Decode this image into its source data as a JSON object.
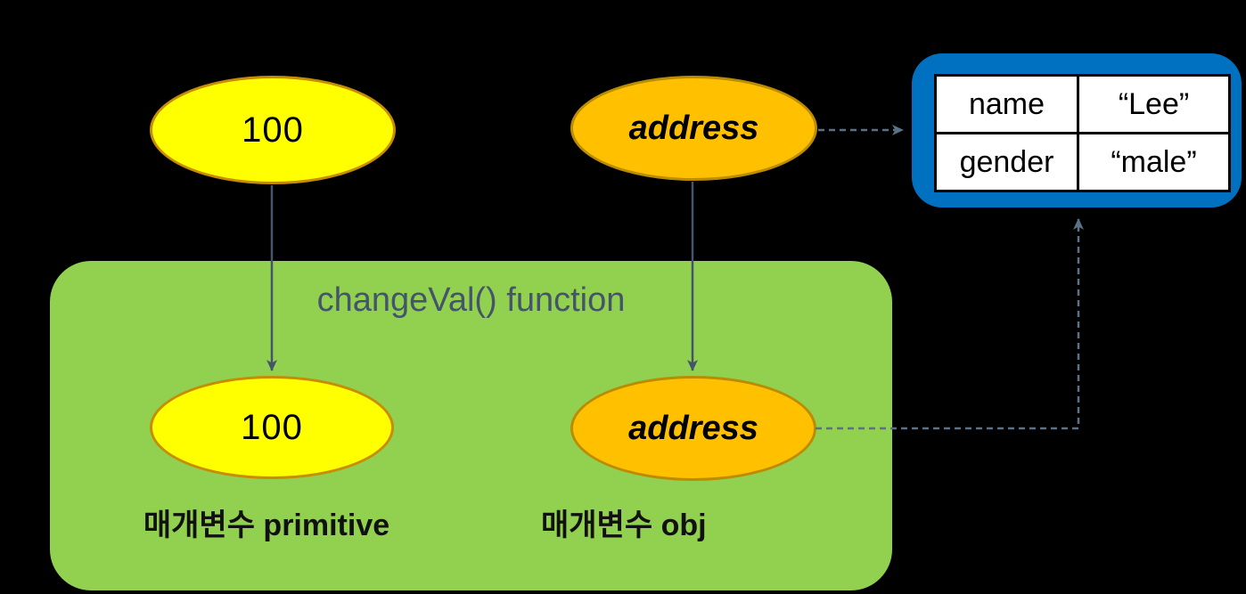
{
  "diagram": {
    "caller_scope": {
      "primitive_ellipse": "100",
      "reference_ellipse": "address"
    },
    "function_box": {
      "title": "changeVal() function",
      "primitive_param": {
        "value": "100",
        "label": "매개변수 primitive"
      },
      "object_param": {
        "value": "address",
        "label": "매개변수 obj"
      }
    },
    "heap_object": {
      "rows": [
        {
          "key": "name",
          "value": "“Lee”"
        },
        {
          "key": "gender",
          "value": "“male”"
        }
      ]
    },
    "colors": {
      "background": "#000000",
      "primitive_fill": "#FFFF00",
      "primitive_border": "#C78D00",
      "reference_fill": "#FFC000",
      "reference_border": "#BC8C00",
      "function_box_fill": "#92D050",
      "object_box_fill": "#0070C0",
      "solid_arrow": "#44546A",
      "dashed_arrow": "#5B7286",
      "title_text": "#44546A"
    }
  }
}
